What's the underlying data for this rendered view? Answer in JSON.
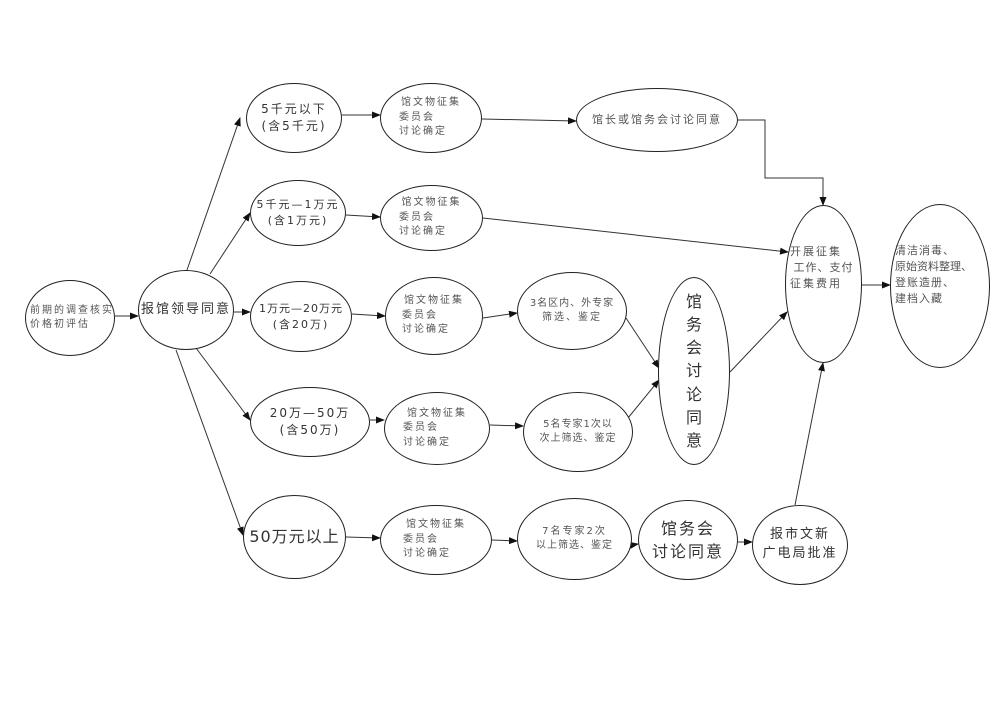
{
  "nodes": {
    "start": [
      "前期的调查核实",
      "价格初评估"
    ],
    "leader": [
      "报馆领导同意"
    ],
    "tier1": [
      "5千元以下",
      "(含5千元)"
    ],
    "tier2": [
      "5千元—1万元",
      "(含1万元)"
    ],
    "tier3": [
      "1万元—20万元",
      "(含20万)"
    ],
    "tier4": [
      "20万—50万",
      "(含50万)"
    ],
    "tier5": [
      "50万元以上"
    ],
    "committee": [
      "馆文物征集",
      "委员会",
      "讨论确定"
    ],
    "director": [
      "馆长或馆务会讨论同意"
    ],
    "experts3": [
      "3名区内、外专家",
      "筛选、鉴定"
    ],
    "experts5": [
      "5名专家1次以",
      "次上筛选、鉴定"
    ],
    "experts7": [
      "7名专家2次",
      "以上筛选、鉴定"
    ],
    "meeting_vertical": [
      "馆",
      "务",
      "会",
      "讨",
      "论",
      "同",
      "意"
    ],
    "meeting": [
      "馆务会",
      "讨论同意"
    ],
    "city": [
      "报市文新",
      "广电局批准"
    ],
    "fund": [
      "开展征集",
      "工作、支付",
      "征集费用"
    ],
    "final": [
      "清洁消毒、",
      "原始资料整理、",
      "登账造册、",
      "建档入藏"
    ]
  }
}
